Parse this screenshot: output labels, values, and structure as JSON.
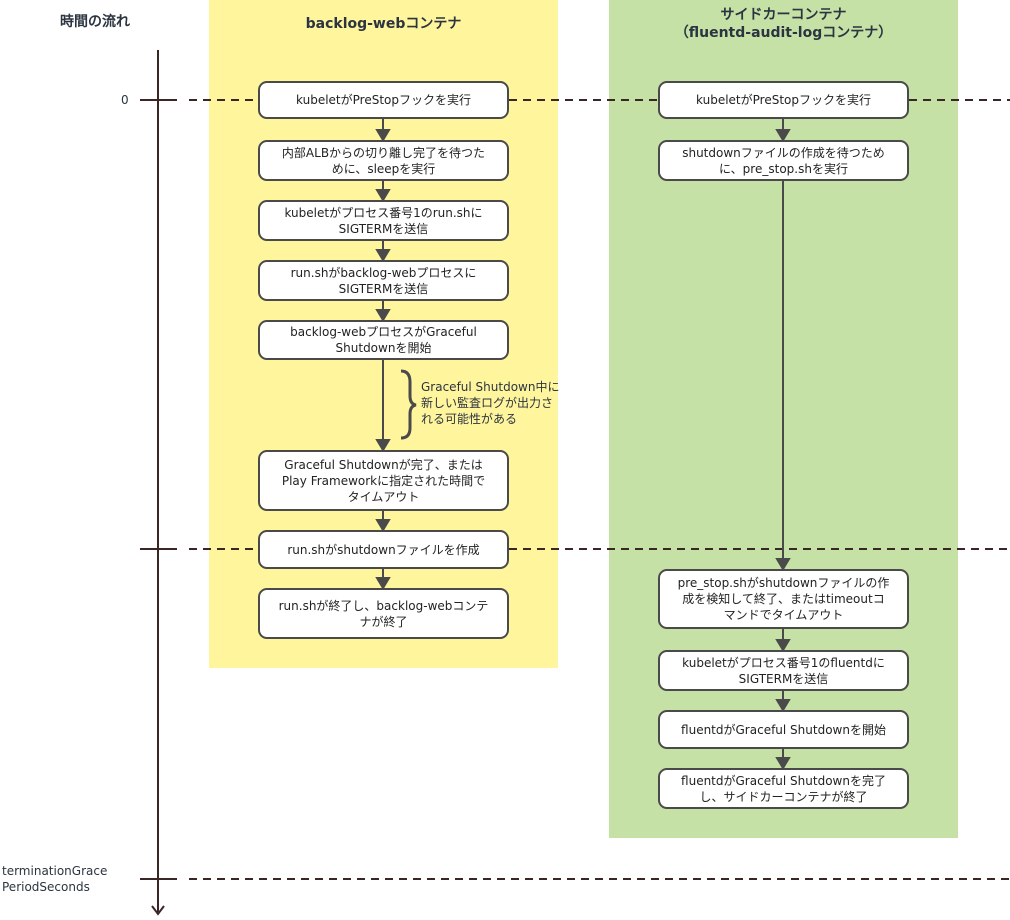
{
  "axis": {
    "title": "時間の流れ",
    "ticks": [
      {
        "label": "0"
      },
      {
        "label": ""
      },
      {
        "label": "terminationGrace\nPeriodSeconds"
      }
    ]
  },
  "columns": {
    "left": {
      "title": "backlog-webコンテナ",
      "steps": [
        "kubeletがPreStopフックを実行",
        "内部ALBからの切り離し完了を待つた\nめに、sleepを実行",
        "kubeletがプロセス番号1のrun.shに\nSIGTERMを送信",
        "run.shがbacklog-webプロセスに\nSIGTERMを送信",
        "backlog-webプロセスがGraceful\nShutdownを開始",
        "Graceful Shutdownが完了、または\nPlay Frameworkに指定された時間で\nタイムアウト",
        "run.shがshutdownファイルを作成",
        "run.shが終了し、backlog-webコンテ\nナが終了"
      ],
      "note": "Graceful Shutdown中に\n新しい監査ログが出力さ\nれる可能性がある"
    },
    "right": {
      "title_line1": "サイドカーコンテナ",
      "title_line2": "（fluentd-audit-logコンテナ）",
      "steps": [
        "kubeletがPreStopフックを実行",
        "shutdownファイルの作成を待つため\nに、pre_stop.shを実行",
        "pre_stop.shがshutdownファイルの作\n成を検知して終了、またはtimeoutコ\nマンドでタイムアウト",
        "kubeletがプロセス番号1のfluentdに\nSIGTERMを送信",
        "fluentdがGraceful Shutdownを開始",
        "fluentdがGraceful Shutdownを完了\nし、サイドカーコンテナが終了"
      ]
    }
  },
  "colors": {
    "left_panel": "#fff59d",
    "right_panel": "#c5e1a5",
    "axis": "#3b2626",
    "arrow": "#4a4a4a"
  }
}
